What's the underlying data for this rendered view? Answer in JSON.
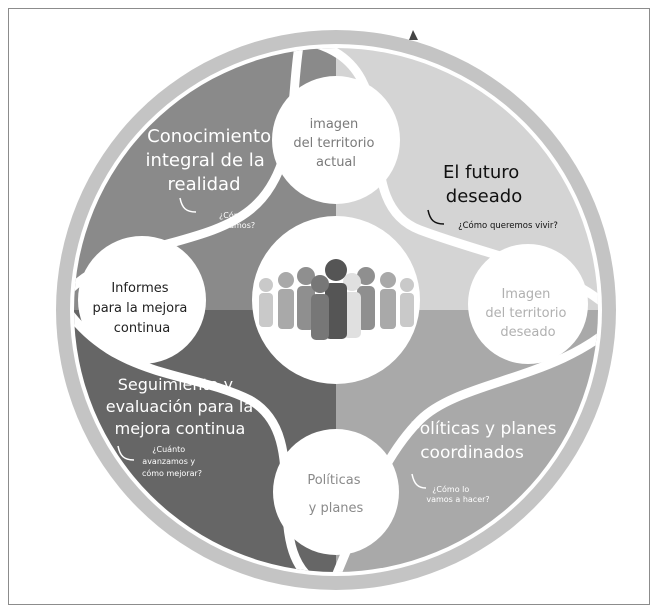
{
  "diagram": {
    "quadrants": {
      "conocimiento": {
        "title": [
          "Conocimiento",
          "integral de la",
          "realidad"
        ],
        "question": [
          "¿Cómo",
          "estamos?"
        ]
      },
      "futuro": {
        "title": [
          "El futuro",
          "deseado"
        ],
        "question": "¿Cómo queremos vivir?"
      },
      "politicas": {
        "title": [
          "Políticas y planes",
          "coordinados"
        ],
        "question": [
          "¿Cómo lo",
          "vamos a hacer?"
        ]
      },
      "seguimiento": {
        "title": [
          "Seguimiento y",
          "evaluación para la",
          "mejora continua"
        ],
        "question": [
          "¿Cuánto",
          "avanzamos y",
          "cómo mejorar?"
        ]
      }
    },
    "circles": {
      "imagen_actual": [
        "imagen",
        "del territorio",
        "actual"
      ],
      "imagen_deseado": [
        "Imagen",
        "del territorio",
        "deseado"
      ],
      "politicas_planes": [
        "Políticas",
        "y planes"
      ],
      "informes": [
        "Informes",
        "para la mejora",
        "continua"
      ]
    },
    "center_icon": "people-group-icon",
    "colors": {
      "ring": "#bfbfbf",
      "conocimiento": "#8a8a8a",
      "futuro": "#d6d6d6",
      "politicas": "#a8a8a8",
      "seguimiento": "#666666",
      "circle_fill": "#ffffff"
    }
  }
}
